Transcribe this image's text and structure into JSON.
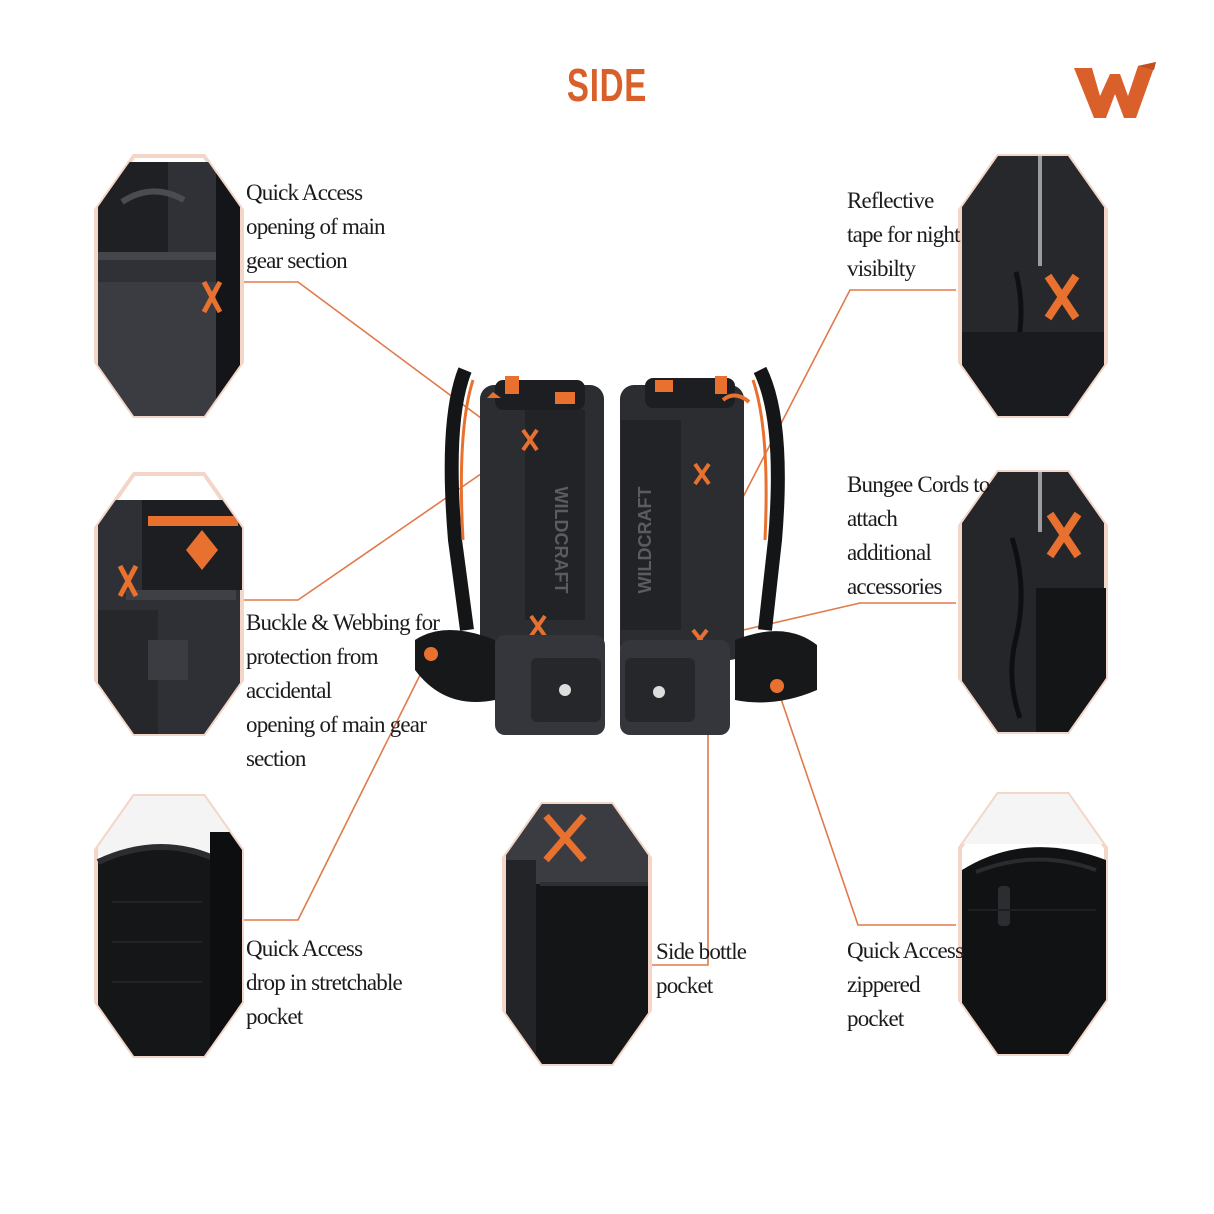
{
  "title": "SIDE",
  "brand": {
    "logo_icon": "wildcraft-w-logo-icon",
    "logo_color": "#d9602b",
    "pack_brand_text": "WILDCRAFT"
  },
  "colors": {
    "accent": "#d9602b",
    "callout_line": "#e07a4a",
    "frame": "#f3d6c7",
    "pack_body": "#2b2d31",
    "pack_dark": "#17181a"
  },
  "features": {
    "quick_access_main": [
      "Quick Access",
      "opening of main",
      "gear section"
    ],
    "buckle_webbing": [
      "Buckle & Webbing for",
      "protection from",
      "accidental",
      "opening of main gear",
      "section"
    ],
    "drop_in_pocket": [
      "Quick Access",
      "drop in stretchable",
      "pocket"
    ],
    "side_bottle": [
      "Side bottle",
      "pocket"
    ],
    "reflective_tape": [
      "Reflective",
      "tape for night",
      "visibilty"
    ],
    "bungee_cords": [
      "Bungee Cords to",
      "attach",
      "additional",
      "accessories"
    ],
    "zippered_pocket": [
      "Quick Access",
      "zippered",
      "pocket"
    ]
  }
}
